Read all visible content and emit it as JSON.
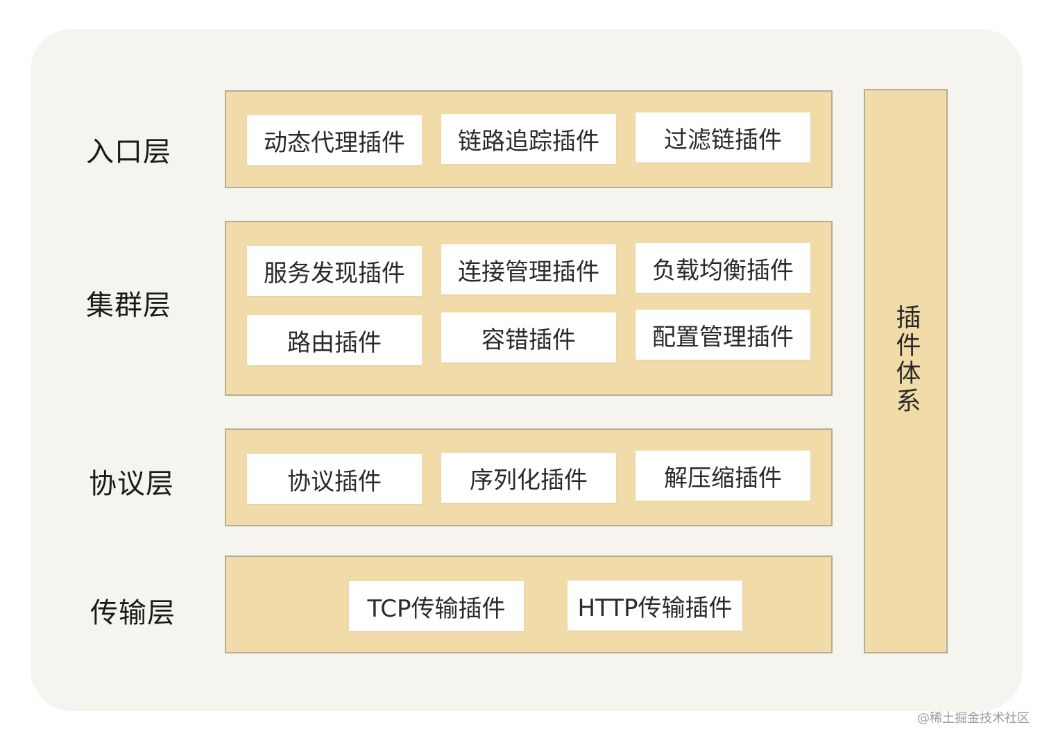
{
  "layers": {
    "entry": {
      "label": "入口层",
      "plugins": [
        "动态代理插件",
        "链路追踪插件",
        "过滤链插件"
      ]
    },
    "cluster": {
      "label": "集群层",
      "plugins": [
        "服务发现插件",
        "连接管理插件",
        "负载均衡插件",
        "路由插件",
        "容错插件",
        "配置管理插件"
      ]
    },
    "protocol": {
      "label": "协议层",
      "plugins": [
        "协议插件",
        "序列化插件",
        "解压缩插件"
      ]
    },
    "transport": {
      "label": "传输层",
      "plugins": [
        "TCP传输插件",
        "HTTP传输插件"
      ]
    }
  },
  "plugin_system": {
    "label": "插件体系"
  },
  "watermark": "@稀土掘金技术社区",
  "colors": {
    "layer_fill": "#f1dba8",
    "layer_border": "#b5ab97",
    "backdrop": "#f5f4ef",
    "plugin_fill": "#ffffff"
  }
}
